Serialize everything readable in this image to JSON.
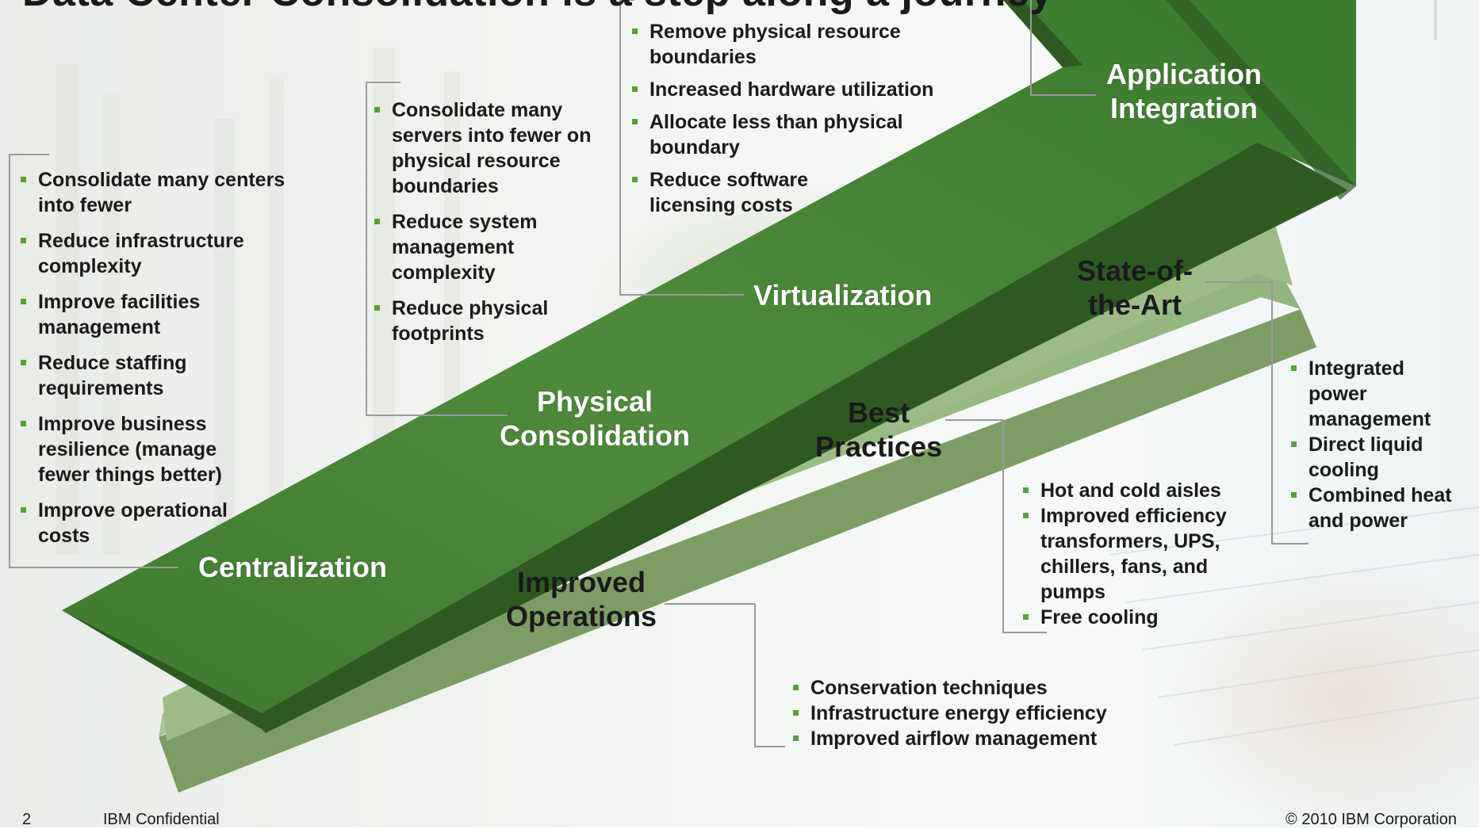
{
  "title": "Data Center Consolidation is a step along a journey",
  "colors": {
    "arrow_top": "#4f8a3c",
    "arrow_top_dark": "#3c6e2e",
    "arrow_side": "#2e5a22",
    "arrow_bottom": "#98b87f",
    "arrow_bottom_side": "#6f8f5a",
    "bullet": "#5a9e3a",
    "connector": "#9a9a9a"
  },
  "upper_track": {
    "stages": [
      {
        "label_lines": [
          "Centralization"
        ],
        "bullets": [
          "Consolidate many centers into fewer",
          "Reduce infrastructure complexity",
          "Improve facilities management",
          "Reduce staffing requirements",
          "Improve business resilience (manage fewer things better)",
          "Improve operational costs"
        ]
      },
      {
        "label_lines": [
          "Physical",
          "Consolidation"
        ],
        "bullets": [
          "Consolidate many servers into fewer on physical resource boundaries",
          "Reduce system management complexity",
          "Reduce physical footprints"
        ]
      },
      {
        "label_lines": [
          "Virtualization"
        ],
        "bullets": [
          "Remove physical resource boundaries",
          "Increased hardware utilization",
          "Allocate less than physical boundary",
          "Reduce software licensing costs"
        ]
      },
      {
        "label_lines": [
          "Application",
          "Integration"
        ],
        "bullets": []
      }
    ]
  },
  "lower_track": {
    "stages": [
      {
        "label_lines": [
          "Improved",
          "Operations"
        ],
        "bullets": [
          "Conservation techniques",
          "Infrastructure energy efficiency",
          "Improved airflow management"
        ]
      },
      {
        "label_lines": [
          "Best",
          "Practices"
        ],
        "bullets": [
          "Hot and cold aisles",
          "Improved efficiency transformers, UPS, chillers, fans, and pumps",
          "Free cooling"
        ]
      },
      {
        "label_lines": [
          "State-of-",
          "the-Art"
        ],
        "bullets": [
          "Integrated power management",
          "Direct liquid cooling",
          "Combined heat and power"
        ]
      }
    ]
  },
  "footer": {
    "page_number": "2",
    "confidential": "IBM Confidential",
    "copyright": "© 2010 IBM Corporation"
  }
}
